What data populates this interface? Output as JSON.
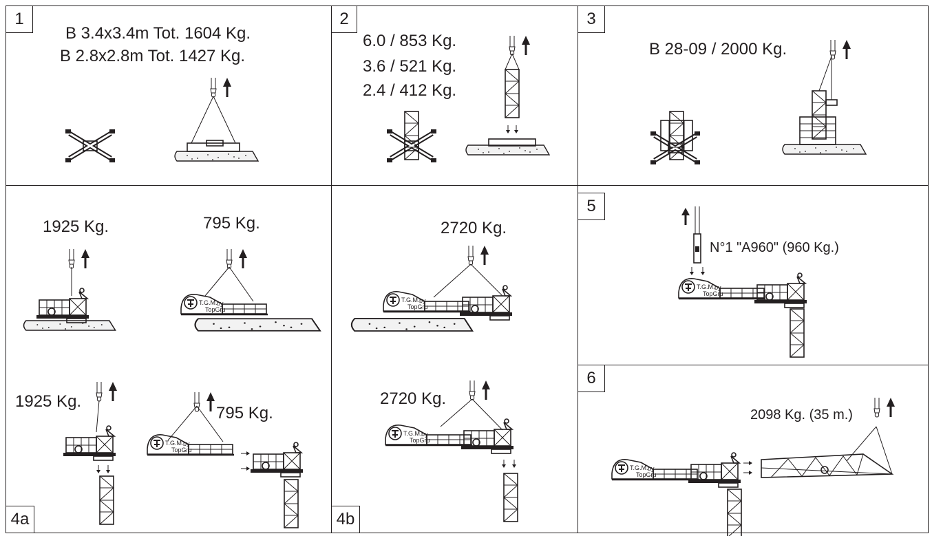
{
  "panels": [
    {
      "id": "1",
      "labels": [
        "B 3.4x3.4m Tot. 1604 Kg.",
        "B 2.8x2.8m Tot. 1427 Kg."
      ]
    },
    {
      "id": "2",
      "labels": [
        "6.0 / 853 Kg.",
        "3.6 / 521 Kg.",
        "2.4 / 412 Kg."
      ]
    },
    {
      "id": "3",
      "labels": [
        "B 28-09 / 2000 Kg."
      ]
    },
    {
      "id": "4a",
      "labels": [
        "1925 Kg.",
        "795 Kg.",
        "1925 Kg.",
        "795 Kg."
      ]
    },
    {
      "id": "4b",
      "labels": [
        "2720 Kg.",
        "2720 Kg."
      ]
    },
    {
      "id": "5",
      "labels": [
        "N°1 \"A960\" (960 Kg.)"
      ]
    },
    {
      "id": "6",
      "labels": [
        "2098 Kg. (35 m.)"
      ]
    }
  ],
  "brand": {
    "line1": "T.G.M.",
    "by": "by",
    "line2": "TopGru"
  },
  "colors": {
    "ink": "#231f20",
    "background": "#ffffff"
  }
}
